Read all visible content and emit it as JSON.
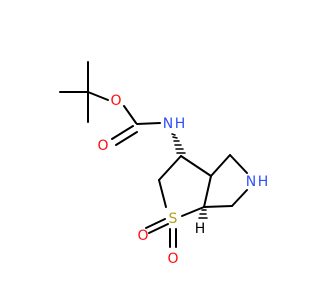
{
  "atoms": {
    "o_ester": "O",
    "o_carbonyl": "O",
    "n_carbamate": "N",
    "n_h": "H",
    "n_ring": "N",
    "n_ring_h": "H",
    "s_ring": "S",
    "o_sulfonyl_left": "O",
    "o_sulfonyl_bottom": "O",
    "h_stereo": "H"
  },
  "colors": {
    "oxygen": "#ff0d0d",
    "nitrogen": "#3050f8",
    "sulfur": "#b2a01e",
    "carbon": "#000000"
  }
}
